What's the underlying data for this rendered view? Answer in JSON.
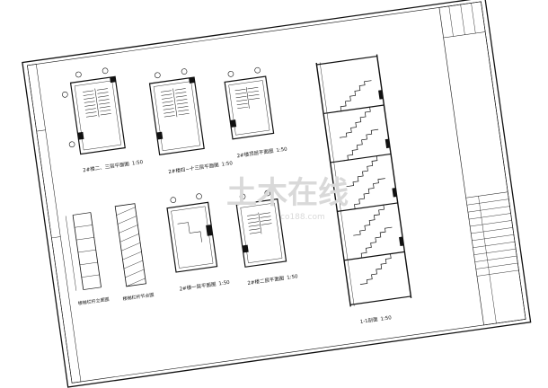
{
  "drawings": {
    "p1": {
      "title": "2#楼二、三层平面图",
      "scale": "1:50"
    },
    "p2": {
      "title": "2#楼四~十三层平面图",
      "scale": "1:50"
    },
    "p3": {
      "title": "2#楼顶层平面图",
      "scale": "1:50"
    },
    "p4": {
      "title": "2#楼一层平面图",
      "scale": "1:50"
    },
    "p5": {
      "title": "2#楼二层平面图",
      "scale": "1:50"
    },
    "e1": {
      "title": "楼梯栏杆立面图"
    },
    "e2": {
      "title": "楼梯栏杆节点图"
    },
    "sec": {
      "title": "1-1剖面",
      "scale": "1:50"
    }
  },
  "watermark": {
    "text": "土木在线",
    "sub": "co188.com"
  }
}
